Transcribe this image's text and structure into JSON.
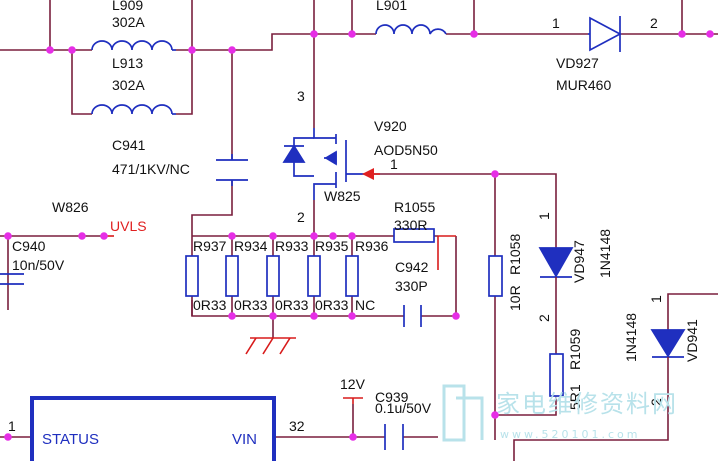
{
  "labels": {
    "l909_ref": "L909",
    "l909_val": "302A",
    "l913_ref": "L913",
    "l913_val": "302A",
    "l901_ref": "L901",
    "vd927_ref": "VD927",
    "vd927_val": "MUR460",
    "vd927_pin1": "1",
    "vd927_pin2": "2",
    "c941_ref": "C941",
    "c941_val": "471/1KV/NC",
    "v920_ref": "V920",
    "v920_val": "AOD5N50",
    "v920_pin3": "3",
    "v920_pin2": "2",
    "v920_pin1": "1",
    "w825": "W825",
    "w826": "W826",
    "uvls": "UVLS",
    "c940_ref": "C940",
    "c940_val": "10n/50V",
    "r1055_ref": "R1055",
    "r1055_val": "330R",
    "r937": "R937",
    "r934": "R934",
    "r933": "R933",
    "r935": "R935",
    "r936": "R936",
    "rval_1": "0R33",
    "rval_2": "0R33",
    "rval_3": "0R33",
    "rval_4": "0R33",
    "rval_5": "NC",
    "c942_ref": "C942",
    "c942_val": "330P",
    "r1058_ref": "R1058",
    "r1058_val": "10R",
    "vd947_ref": "VD947",
    "vd947_val": "1N4148",
    "vd947_pin1": "1",
    "vd947_pin2": "2",
    "r1059_ref": "R1059",
    "r1059_val": "5R1",
    "vd941_ref": "VD941",
    "vd941_val": "1N4148",
    "vd941_pin1": "1",
    "vd941_pin2": "2",
    "supply_12v": "12V",
    "c939_ref": "C939",
    "c939_val": "0.1u/50V",
    "ic_status": "STATUS",
    "ic_vin": "VIN",
    "ic_pin1": "1",
    "ic_pin32": "32",
    "watermark_cn": "家电维修资料网",
    "watermark_url": "www.520101.com"
  },
  "colors": {
    "wire": "#7a1f3d",
    "wire_red": "#d81b1b",
    "component": "#1f2fbf",
    "junction": "#e62ee6",
    "net_label": "#e02020",
    "watermark": "#b8e2ea"
  }
}
